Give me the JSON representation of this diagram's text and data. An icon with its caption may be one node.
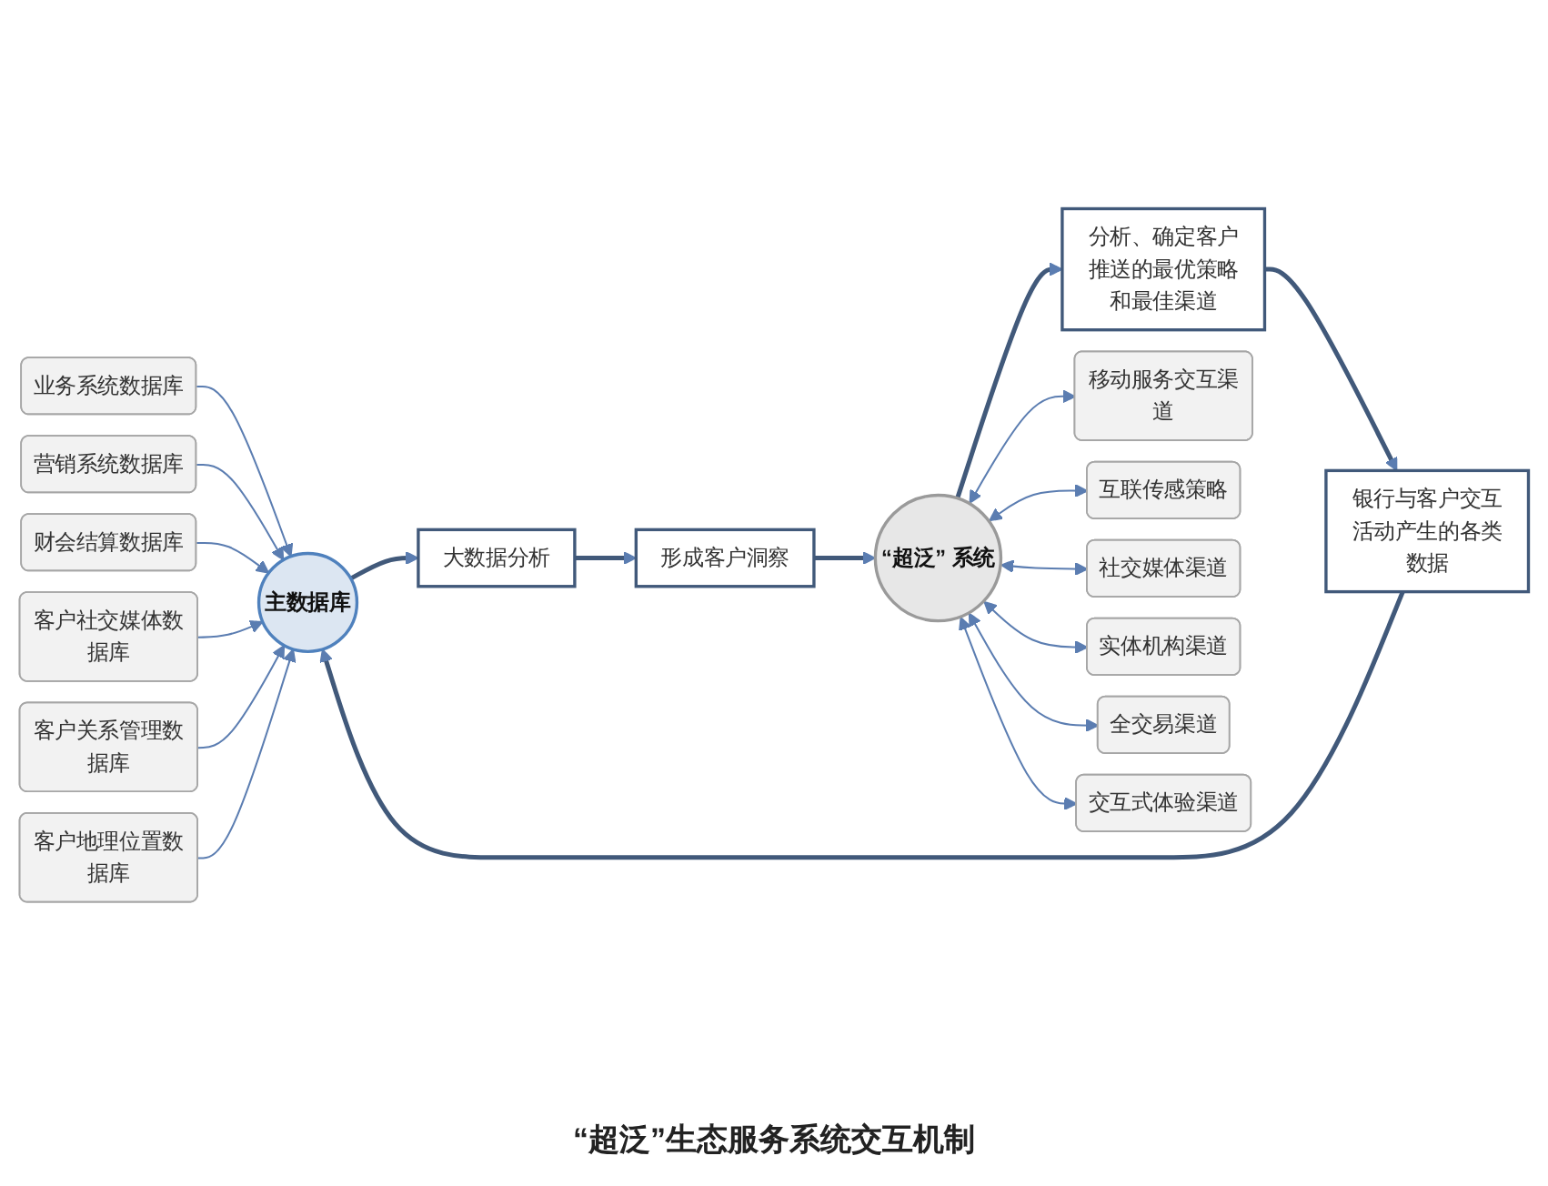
{
  "diagram": {
    "caption": "“超泛”生态服务系统交互机制",
    "nodes": [
      {
        "text": [
          "业务系统数据库"
        ]
      },
      {
        "text": [
          "营销系统数据库"
        ]
      },
      {
        "text": [
          "财会结算数据库"
        ]
      },
      {
        "text": [
          "客户社交媒体数据库"
        ]
      },
      {
        "text": [
          "客户关系管理数据库"
        ]
      },
      {
        "text": [
          "客户地理位置数据库"
        ]
      },
      {
        "text": [
          "银行与客户交互活动产生的各类数据"
        ]
      },
      {
        "text": [
          "分析、确定客户推送的最优策略和最佳渠道"
        ]
      },
      {
        "text": [
          "主数据库"
        ]
      },
      {
        "text": [
          "“超泛” 系统"
        ]
      },
      {
        "text": [
          "大数据分析"
        ]
      },
      {
        "text": [
          "形成客户洞察"
        ]
      },
      {
        "text": [
          "移动服务交互渠道"
        ]
      },
      {
        "text": [
          "互联传感策略"
        ]
      },
      {
        "text": [
          "社交媒体渠道"
        ]
      },
      {
        "text": [
          "实体机构渠道"
        ]
      },
      {
        "text": [
          "全交易渠道"
        ]
      },
      {
        "text": [
          "交互式体验渠道"
        ]
      }
    ],
    "edges": [
      {
        "from": 0,
        "to": 8,
        "arrow": "to"
      },
      {
        "from": 1,
        "to": 8,
        "arrow": "to"
      },
      {
        "from": 2,
        "to": 8,
        "arrow": "to"
      },
      {
        "from": 3,
        "to": 8,
        "arrow": "to"
      },
      {
        "from": 4,
        "to": 8,
        "arrow": "to"
      },
      {
        "from": 5,
        "to": 8,
        "arrow": "to"
      },
      {
        "from": 6,
        "to": 8,
        "arrow": "to",
        "style": "thick",
        "color": "#41597a"
      },
      {
        "from": 8,
        "to": 10,
        "arrow": "to",
        "style": "thick",
        "color": "#41597a"
      },
      {
        "from": 10,
        "to": 11,
        "arrow": "to",
        "style": "thick",
        "color": "#41597a"
      },
      {
        "from": 11,
        "to": 9,
        "arrow": "to",
        "style": "thick",
        "color": "#41597a"
      },
      {
        "from": 9,
        "to": 7,
        "arrow": "to",
        "style": "thick",
        "color": "#41597a"
      },
      {
        "from": 7,
        "to": 6,
        "arrow": "to",
        "style": "thick",
        "color": "#41597a"
      },
      {
        "from": 9,
        "to": 12,
        "arrow": "both"
      },
      {
        "from": 9,
        "to": 13,
        "arrow": "both"
      },
      {
        "from": 9,
        "to": 14,
        "arrow": "both"
      },
      {
        "from": 9,
        "to": 15,
        "arrow": "both"
      },
      {
        "from": 9,
        "to": 16,
        "arrow": "both"
      },
      {
        "from": 9,
        "to": 17,
        "arrow": "both"
      }
    ]
  }
}
